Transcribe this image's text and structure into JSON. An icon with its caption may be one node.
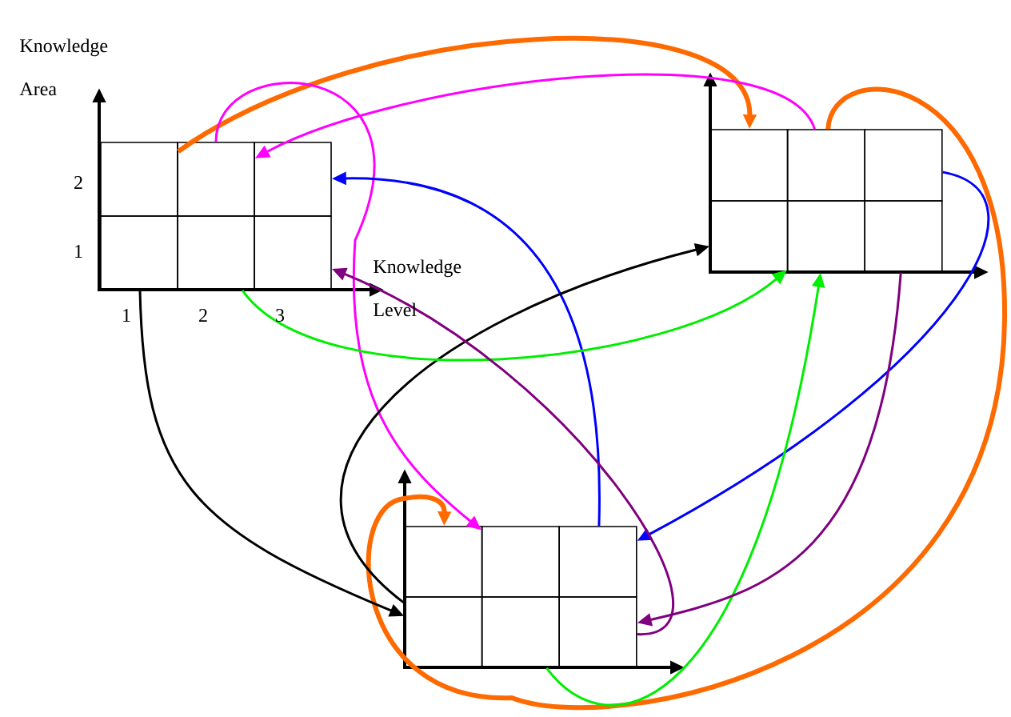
{
  "diagram": {
    "nodes": [
      {
        "text": [],
        "shape": "box"
      },
      {
        "text": [],
        "shape": "box"
      },
      {
        "text": [],
        "shape": "box"
      },
      {
        "text": [],
        "shape": "box"
      },
      {
        "text": [],
        "shape": "box"
      },
      {
        "text": [],
        "shape": "box"
      },
      {
        "text": [],
        "shape": "box"
      },
      {
        "text": [],
        "shape": "box"
      },
      {
        "text": [],
        "shape": "box"
      },
      {
        "text": [],
        "shape": "box"
      },
      {
        "text": [],
        "shape": "box"
      },
      {
        "text": [],
        "shape": "box"
      },
      {
        "text": [],
        "shape": "box"
      },
      {
        "text": [],
        "shape": "box"
      },
      {
        "text": [],
        "shape": "box"
      },
      {
        "text": [],
        "shape": "box"
      },
      {
        "text": [],
        "shape": "box"
      },
      {
        "text": [],
        "shape": "box"
      }
    ],
    "edges": [
      {
        "from": 0,
        "to": 6,
        "arrow": "to",
        "style": "thick",
        "color": "#ff6a00"
      },
      {
        "from": 7,
        "to": 12,
        "arrow": "to",
        "style": "thick",
        "color": "#ff6a00"
      },
      {
        "from": 7,
        "to": 1,
        "arrow": "to",
        "color": "#ff00ff"
      },
      {
        "from": 1,
        "to": 13,
        "arrow": "to",
        "color": "#ff00ff"
      },
      {
        "from": 14,
        "to": 2,
        "arrow": "to",
        "color": "#0000ff"
      },
      {
        "from": 8,
        "to": 14,
        "arrow": "to",
        "color": "#0000ff"
      },
      {
        "from": 3,
        "to": 15,
        "arrow": "to",
        "color": "#000000"
      },
      {
        "from": 15,
        "to": 9,
        "arrow": "to",
        "color": "#000000"
      },
      {
        "from": 4,
        "to": 10,
        "arrow": "to",
        "color": "#00ee00"
      },
      {
        "from": 16,
        "to": 10,
        "arrow": "to",
        "color": "#00ee00"
      },
      {
        "from": 17,
        "to": 5,
        "arrow": "to",
        "color": "#800080"
      },
      {
        "from": 11,
        "to": 17,
        "arrow": "to",
        "color": "#800080"
      }
    ],
    "labels": [
      "Knowledge Area",
      "2",
      "1",
      "Knowledge Level",
      "1",
      "2",
      "3"
    ]
  }
}
